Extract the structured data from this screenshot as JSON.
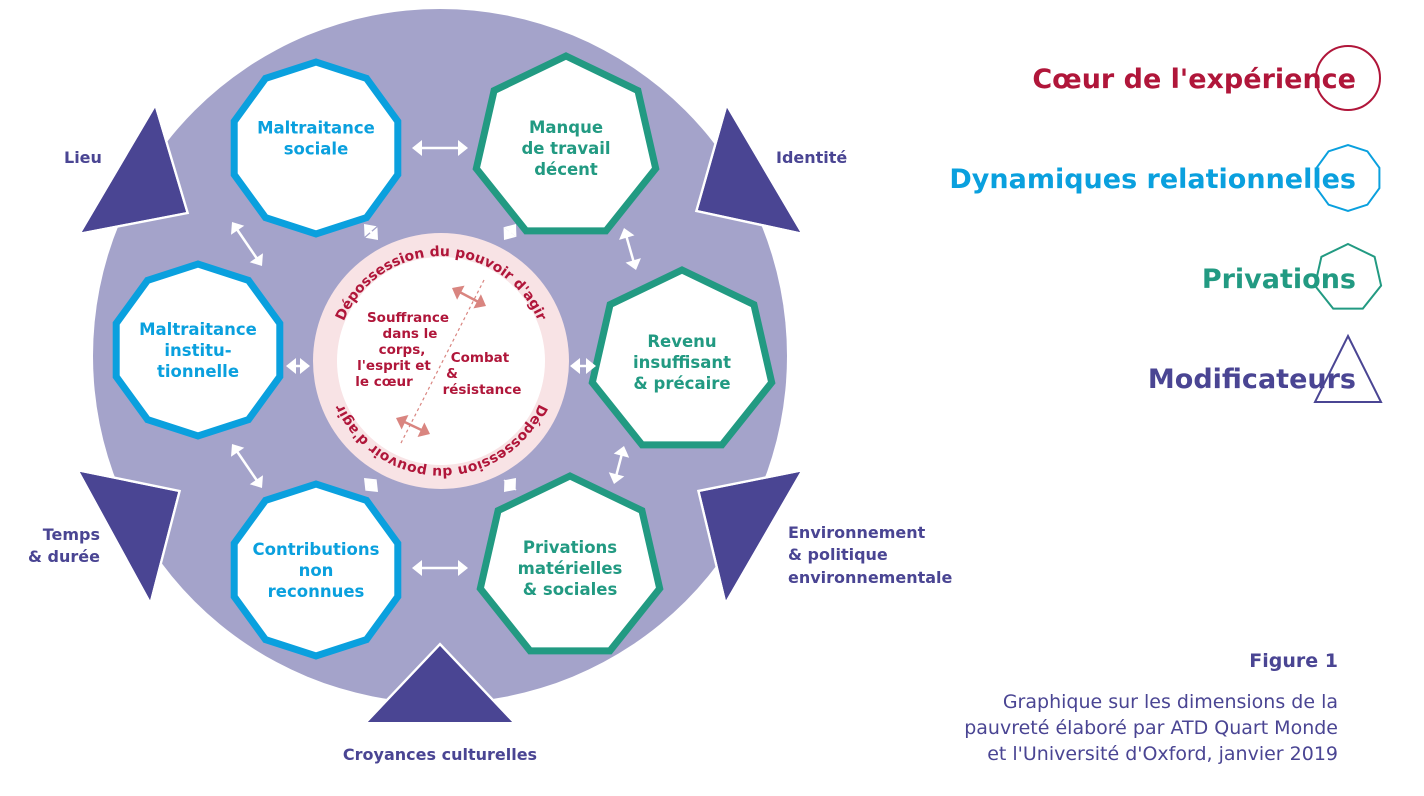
{
  "colors": {
    "core": "#b0163a",
    "relational": "#0aa0de",
    "privations": "#229a82",
    "modifiers": "#4a4593",
    "background_circle": "#a4a3ca",
    "core_ring": "#f8e3e5",
    "arrow": "#ffffff",
    "core_arrow": "#d98580"
  },
  "nodes": [
    {
      "id": "maltraitance-sociale",
      "category": "relational",
      "lines": [
        "Maltraitance",
        "sociale"
      ]
    },
    {
      "id": "manque-travail",
      "category": "privations",
      "lines": [
        "Manque",
        "de travail",
        "décent"
      ]
    },
    {
      "id": "maltraitance-institutionnelle",
      "category": "relational",
      "lines": [
        "Maltraitance",
        "institu-",
        "tionnelle"
      ]
    },
    {
      "id": "revenu-insuffisant",
      "category": "privations",
      "lines": [
        "Revenu",
        "insuffisant",
        "& précaire"
      ]
    },
    {
      "id": "contributions-non-reconnues",
      "category": "relational",
      "lines": [
        "Contributions",
        "non",
        "reconnues"
      ]
    },
    {
      "id": "privations-materielles",
      "category": "privations",
      "lines": [
        "Privations",
        "matérielles",
        "& sociales"
      ]
    }
  ],
  "core": {
    "ring_label": "Dépossession du pouvoir d'agir",
    "left_lines": [
      "Souffrance",
      "dans le",
      "corps,",
      "l'esprit et",
      "le cœur"
    ],
    "right_lines": [
      "Combat",
      "&",
      "résistance"
    ]
  },
  "modifiers": [
    {
      "id": "lieu",
      "lines": [
        "Lieu"
      ]
    },
    {
      "id": "identite",
      "lines": [
        "Identité"
      ]
    },
    {
      "id": "temps",
      "lines": [
        "Temps",
        "& durée"
      ]
    },
    {
      "id": "environnement",
      "lines": [
        "Environnement",
        "& politique",
        "environnementale"
      ]
    },
    {
      "id": "croyances",
      "lines": [
        "Croyances culturelles"
      ]
    }
  ],
  "legend": [
    {
      "label": "Cœur de l'expérience",
      "shape": "circle",
      "category": "core"
    },
    {
      "label": "Dynamiques relationnelles",
      "shape": "decagon",
      "category": "relational"
    },
    {
      "label": "Privations",
      "shape": "heptagon",
      "category": "privations"
    },
    {
      "label": "Modificateurs",
      "shape": "triangle",
      "category": "modifiers"
    }
  ],
  "figure": {
    "title": "Figure 1",
    "caption_lines": [
      "Graphique sur les dimensions de la",
      "pauvreté élaboré par ATD Quart Monde",
      "et l'Université d'Oxford, janvier 2019"
    ]
  }
}
